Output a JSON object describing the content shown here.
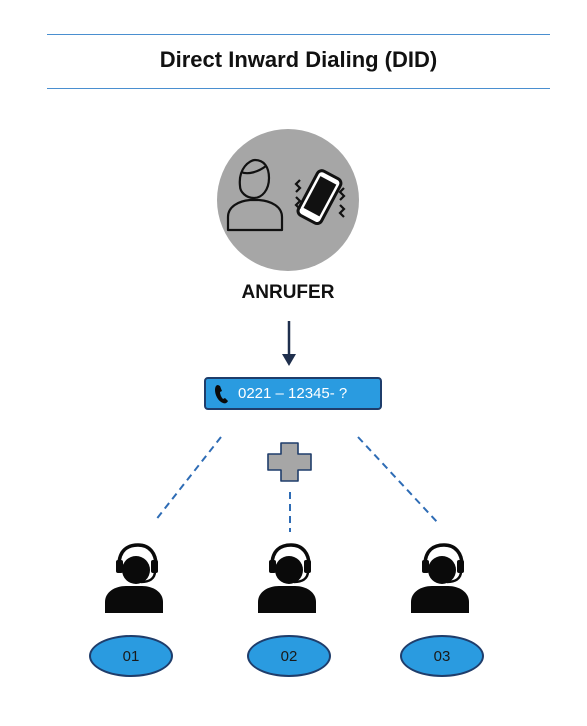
{
  "title": "Direct Inward Dialing (DID)",
  "caller": {
    "label": "ANRUFER",
    "icons": [
      "person-icon",
      "ringing-phone-icon"
    ]
  },
  "number_box": {
    "text": "0221 – 12345- ?",
    "icon": "handset-icon"
  },
  "operators": [
    {
      "label": "01",
      "icon": "headset-agent-icon"
    },
    {
      "label": "02",
      "icon": "headset-agent-icon"
    },
    {
      "label": "03",
      "icon": "headset-agent-icon"
    }
  ],
  "colors": {
    "rule": "#4a8fd0",
    "circle": "#a6a6a6",
    "box_fill": "#2a9be0",
    "box_border": "#1f3d6b",
    "dashed_line": "#2e6cb5",
    "plus_fill": "#a6a6a6",
    "plus_border": "#1f3d6b"
  }
}
